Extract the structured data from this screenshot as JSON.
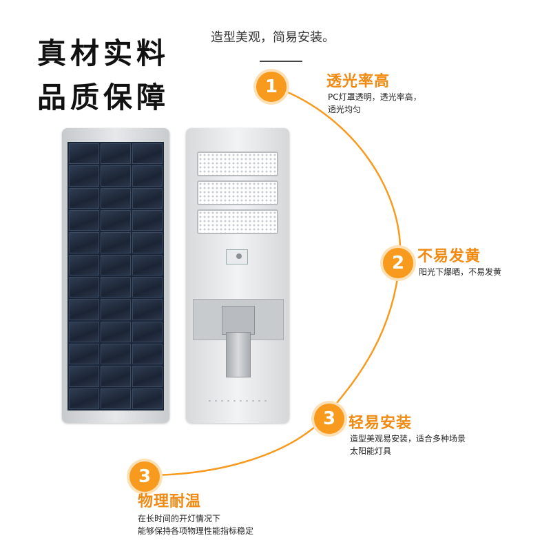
{
  "headline": {
    "line1": "真材实料",
    "line2": "品质保障"
  },
  "tagline": "造型美观，简易安装。",
  "colors": {
    "accent": "#f79a1e",
    "title": "#f08a12",
    "arc": "#f79a1e"
  },
  "features": [
    {
      "number": "1",
      "title": "透光率高",
      "desc": "PC灯罩透明，透光率高，\n透光均匀"
    },
    {
      "number": "2",
      "title": "不易发黄",
      "desc": "阳光下爆晒，不易发黄"
    },
    {
      "number": "3",
      "title": "轻易安装",
      "desc": "造型美观易安装，适合多种场景\n太阳能灯具"
    },
    {
      "number": "3",
      "title": "物理耐温",
      "desc": "在长时间的开灯情况下\n能够保持各项物理性能指标稳定"
    }
  ]
}
